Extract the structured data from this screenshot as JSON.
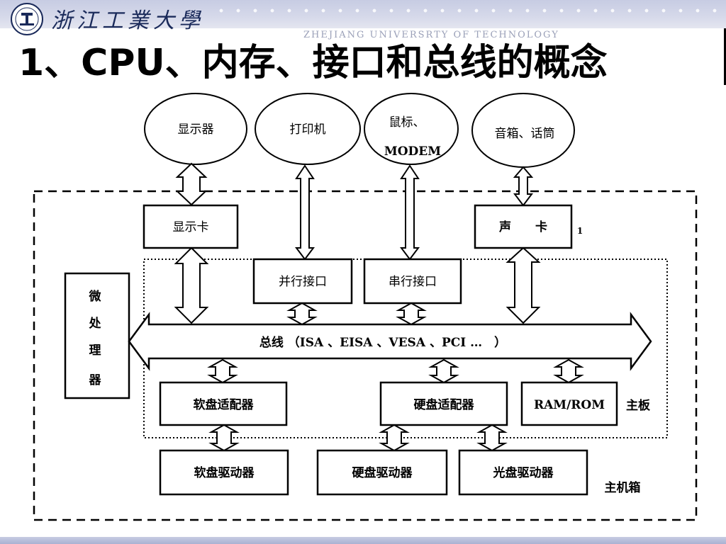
{
  "header": {
    "logo_icon": "university-seal-icon",
    "university_name": "浙江工業大學",
    "university_name_en": "ZHEJIANG UNIVERSRTY OF TECHNOLOGY",
    "slide_title": "1、CPU、内存、接口和总线的概念"
  },
  "diagram": {
    "peripherals": {
      "display": "显示器",
      "printer": "打印机",
      "mouse_line1": "鼠标、",
      "mouse_line2": "MODEM",
      "audio": "音箱、话筒"
    },
    "cards": {
      "display_card": "显示卡",
      "sound_card": "声　　卡",
      "sound_mark": "1"
    },
    "ports": {
      "parallel": "并行接口",
      "serial": "串行接口"
    },
    "cpu": [
      "微",
      "处",
      "理",
      "器"
    ],
    "bus_label": "总线 （ISA 、EISA 、VESA 、PCI …　）",
    "adapters": {
      "floppy": "软盘适配器",
      "hdd": "硬盘适配器",
      "ram_rom": "RAM/ROM"
    },
    "drives": {
      "floppy": "软盘驱动器",
      "hdd": "硬盘驱动器",
      "cdrom": "光盘驱动器"
    },
    "regions": {
      "motherboard": "主板",
      "chassis": "主机箱"
    }
  }
}
